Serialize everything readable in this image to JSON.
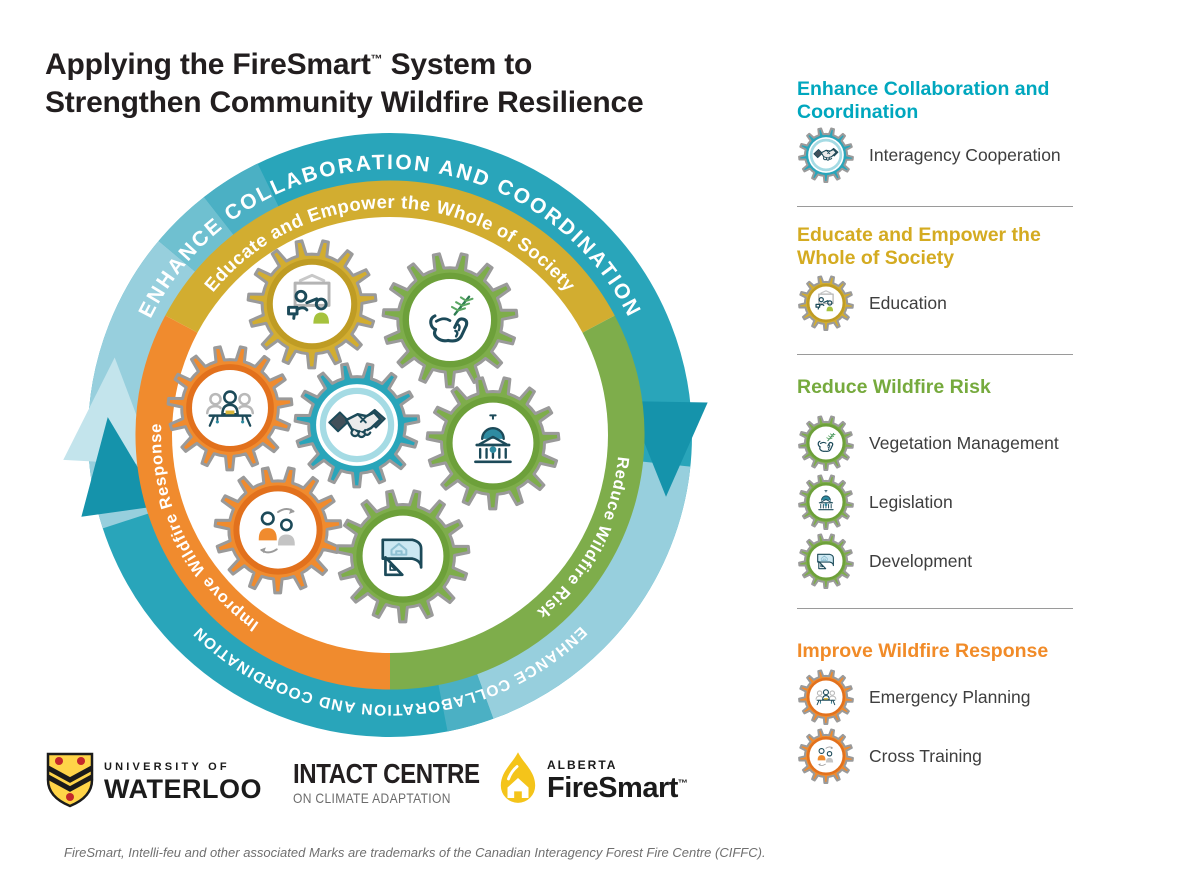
{
  "title": {
    "part1": "Applying the FireSmart",
    "tm": "™",
    "part2": " System to",
    "line2": "Strengthen Community Wildfire Resilience"
  },
  "diagram": {
    "outer_ring_label": "ENHANCE COLLABORATION AND COORDINATION",
    "inner_segments": [
      {
        "id": "educate",
        "label": "Educate and Empower the Whole of Society",
        "color_key": "yellow"
      },
      {
        "id": "reduce",
        "label": "Reduce Wildfire Risk",
        "color_key": "green"
      },
      {
        "id": "improve",
        "label": "Improve Wildfire Response",
        "color_key": "orange"
      }
    ],
    "gears": [
      {
        "icon": "education",
        "color": "yellow"
      },
      {
        "icon": "vegetation",
        "color": "green"
      },
      {
        "icon": "emergency",
        "color": "orange"
      },
      {
        "icon": "handshake",
        "color": "teal"
      },
      {
        "icon": "legislation",
        "color": "green"
      },
      {
        "icon": "crosstraining",
        "color": "orange"
      },
      {
        "icon": "development",
        "color": "green"
      }
    ]
  },
  "sidebar": {
    "sections": [
      {
        "title": "Enhance Collaboration and Coordination",
        "color_key": "headerTeal",
        "items": [
          {
            "icon": "handshake",
            "gear_color": "teal",
            "label": "Interagency Cooperation"
          }
        ]
      },
      {
        "title": "Educate and Empower the Whole of Society",
        "color_key": "headerYellow",
        "items": [
          {
            "icon": "education",
            "gear_color": "yellow",
            "label": "Education"
          }
        ]
      },
      {
        "title": "Reduce Wildfire Risk",
        "color_key": "headerGreen",
        "items": [
          {
            "icon": "vegetation",
            "gear_color": "green",
            "label": "Vegetation Management"
          },
          {
            "icon": "legislation",
            "gear_color": "green",
            "label": "Legislation"
          },
          {
            "icon": "development",
            "gear_color": "green",
            "label": "Development"
          }
        ]
      },
      {
        "title": "Improve Wildfire Response",
        "color_key": "headerOrange",
        "items": [
          {
            "icon": "emergency",
            "gear_color": "orange",
            "label": "Emergency Planning"
          },
          {
            "icon": "crosstraining",
            "gear_color": "orange",
            "label": "Cross Training"
          }
        ]
      }
    ]
  },
  "logos": {
    "waterloo": {
      "line1": "UNIVERSITY OF",
      "line2": "WATERLOO"
    },
    "intact": {
      "line1": "INTACT CENTRE",
      "line2": "ON CLIMATE ADAPTATION"
    },
    "firesmart": {
      "line1": "ALBERTA",
      "line2": "FireSmart",
      "tm": "™"
    }
  },
  "footer": "FireSmart, Intelli-feu and other associated Marks are trademarks of the Canadian Interagency Forest Fire Centre (CIFFC).",
  "colors": {
    "teal": "#29a5ba",
    "tealDark": "#1593ab",
    "tealRingLight": "#a5dbe4",
    "lightBlue": "#97cfdd",
    "lightBlueGhost": "#c3e4ec",
    "blend1": "#6fc0d0",
    "blend2": "#4bb0c4",
    "yellow": "#d2ad30",
    "yellowRing": "#bf9c24",
    "green": "#7ead4b",
    "greenRing": "#6da03a",
    "orange": "#f08b2e",
    "orangeRing": "#e2711d",
    "navy": "#1c4a59",
    "outlineGray": "#9a9a9a",
    "headerTeal": "#00a7be",
    "headerYellow": "#d4ab21",
    "headerGreen": "#76aa3d",
    "headerOrange": "#f18b28",
    "textDark": "#3e3e3e"
  }
}
